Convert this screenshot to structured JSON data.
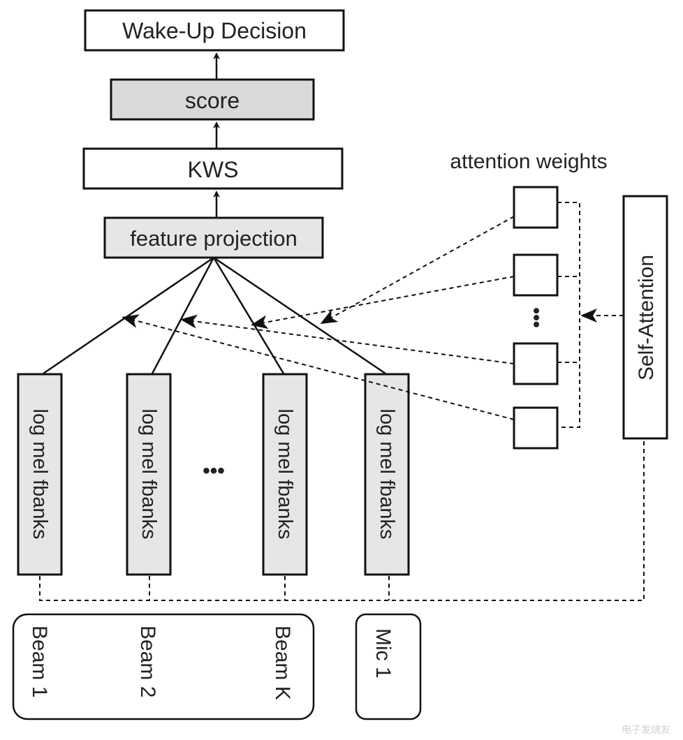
{
  "nodes": {
    "wake_up_decision": "Wake-Up Decision",
    "score": "score",
    "kws": "KWS",
    "feature_projection": "feature projection",
    "attention_weights": "attention weights",
    "self_attention": "Self-Attention",
    "fbank_1": "log mel fbanks",
    "fbank_2": "log mel fbanks",
    "fbank_k": "log mel fbanks",
    "fbank_mic": "log mel fbanks",
    "beam_1": "Beam 1",
    "beam_2": "Beam 2",
    "beam_k": "Beam K",
    "mic_1": "Mic 1"
  },
  "ellipsis_fbanks": "•••",
  "ellipsis_weights": "•••",
  "watermark": "电子发烧友",
  "colors": {
    "stroke": "#111111",
    "gray_fill": "#d9d9d9",
    "light_fill": "#e6e6e6",
    "text": "#222222"
  }
}
